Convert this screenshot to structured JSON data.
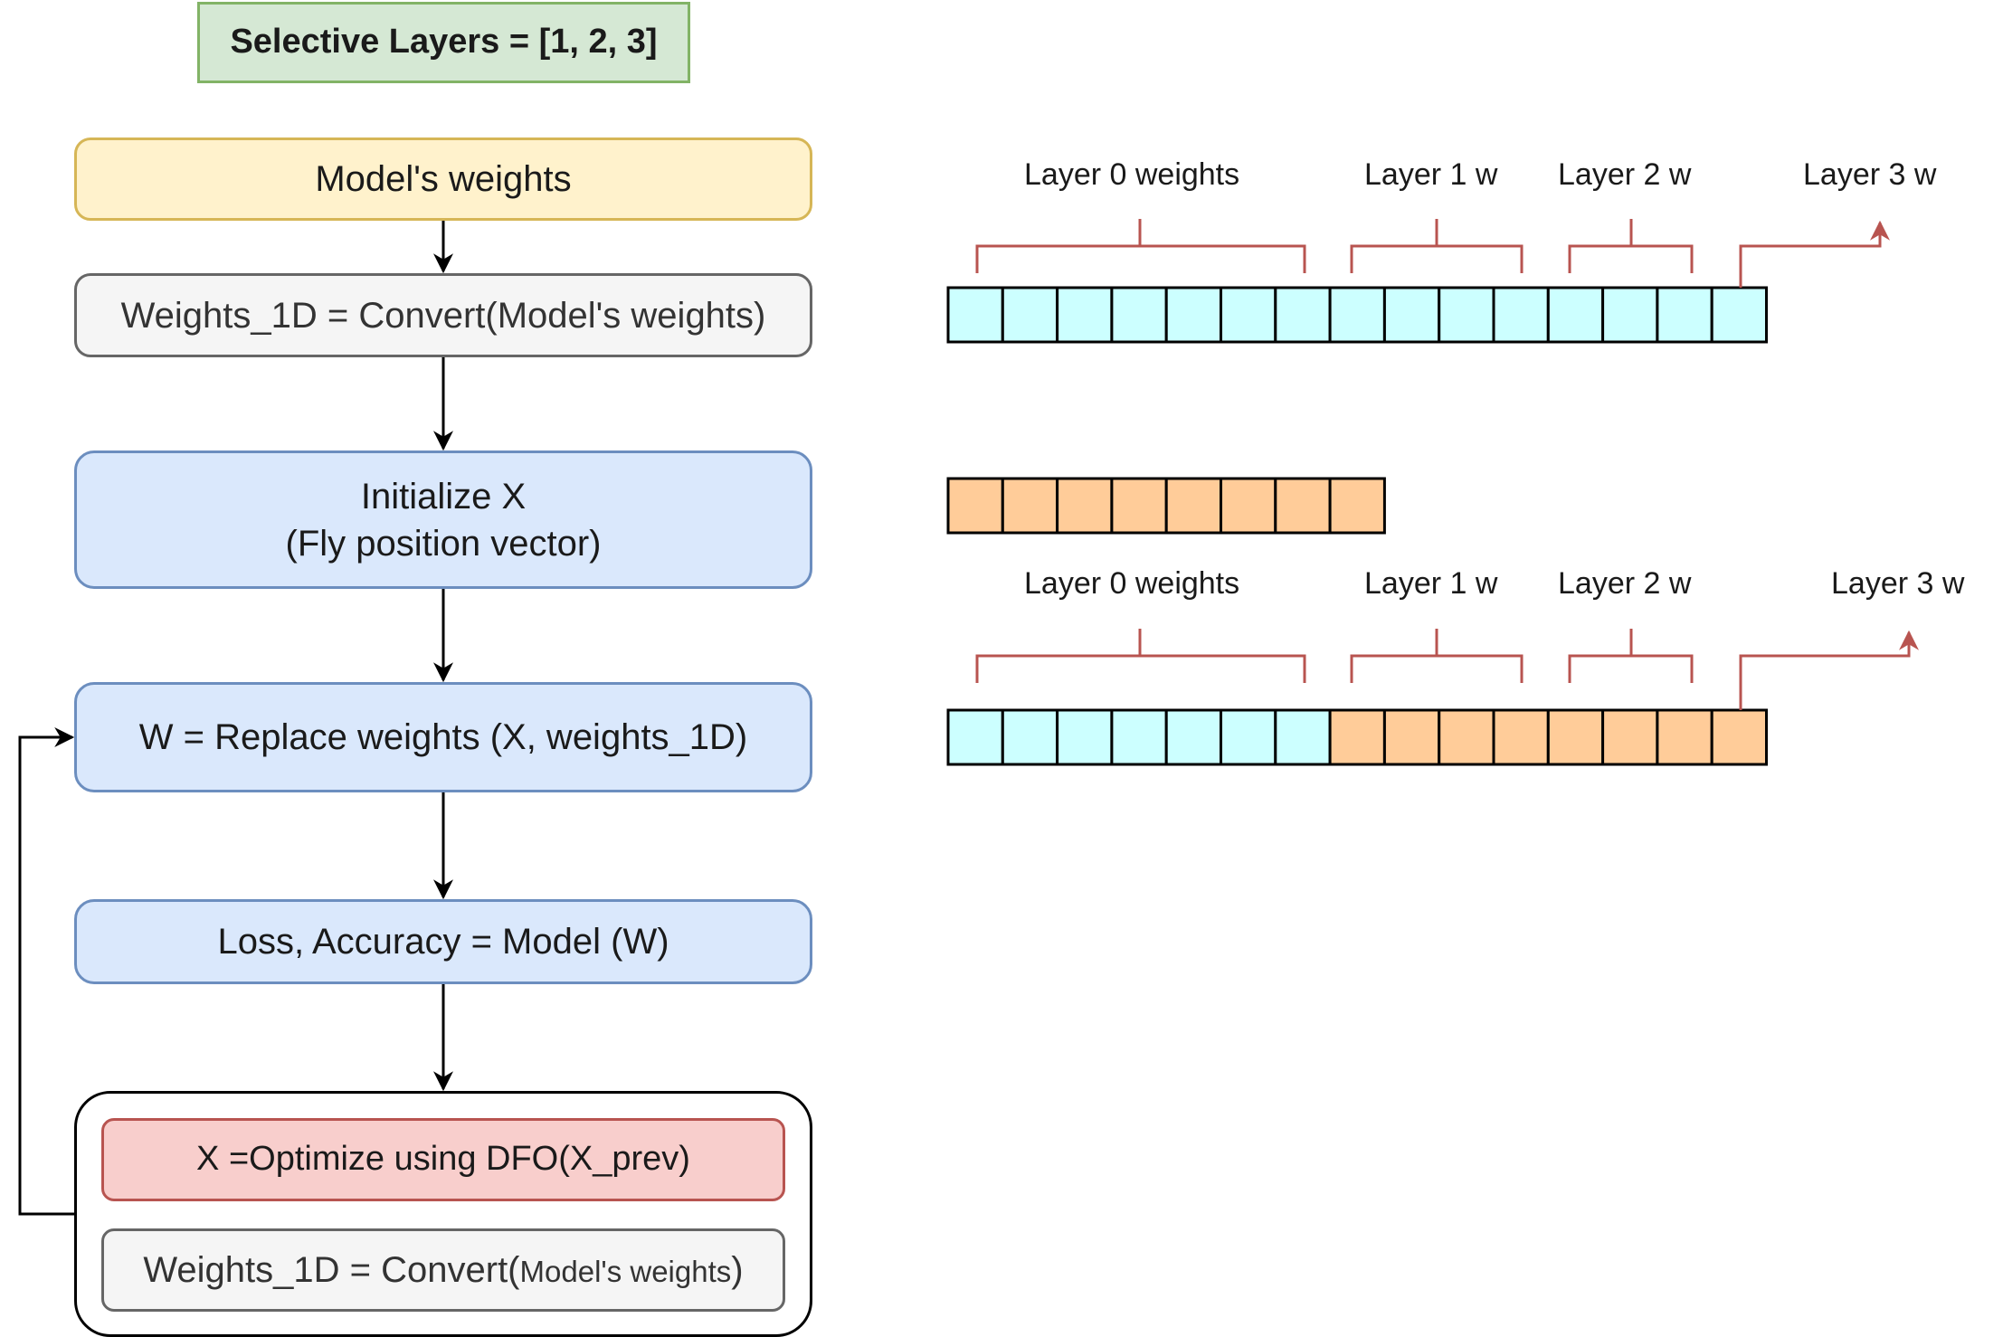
{
  "flowchart": {
    "selective_layers": "Selective Layers = [1, 2, 3]",
    "model_weights": "Model's weights",
    "convert": "Weights_1D = Convert(Model's weights)",
    "initialize_line1": "Initialize X",
    "initialize_line2": "(Fly position vector)",
    "replace": "W = Replace weights (X, weights_1D)",
    "loss": "Loss, Accuracy = Model (W)",
    "optimize": "X =Optimize using DFO(X_prev)",
    "convert2_prefix": "Weights_1D = Convert(",
    "convert2_arg": "Model's weights",
    "convert2_suffix": ")"
  },
  "arrays": {
    "top": {
      "labels": [
        "Layer 0 weights",
        "Layer 1 w",
        "Layer 2 w",
        "Layer 3 w"
      ],
      "cells": [
        "cyan",
        "cyan",
        "cyan",
        "cyan",
        "cyan",
        "cyan",
        "cyan",
        "cyan",
        "cyan",
        "cyan",
        "cyan",
        "cyan",
        "cyan",
        "cyan",
        "cyan"
      ]
    },
    "x_vector": {
      "cells": [
        "orange",
        "orange",
        "orange",
        "orange",
        "orange",
        "orange",
        "orange",
        "orange"
      ]
    },
    "bottom": {
      "labels": [
        "Layer 0 weights",
        "Layer 1 w",
        "Layer 2 w",
        "Layer 3 w"
      ],
      "cells": [
        "cyan",
        "cyan",
        "cyan",
        "cyan",
        "cyan",
        "cyan",
        "cyan",
        "orange",
        "orange",
        "orange",
        "orange",
        "orange",
        "orange",
        "orange",
        "orange"
      ]
    }
  },
  "colors": {
    "cyan": "#ccffff",
    "orange": "#ffcc99",
    "bracket": "#b85450",
    "arrow": "#000000"
  }
}
